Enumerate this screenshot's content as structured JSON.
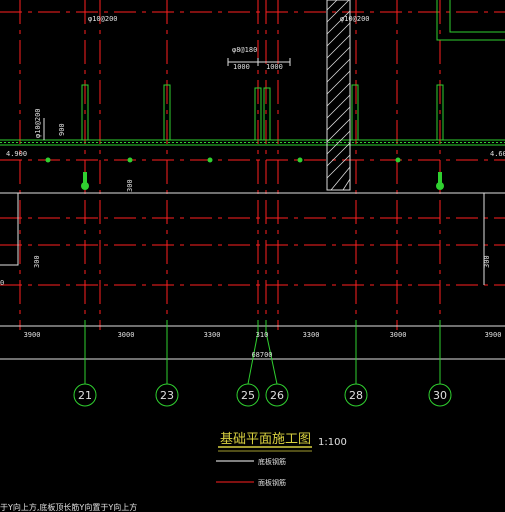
{
  "drawing": {
    "title": "基础平面施工图",
    "scale": "1:100",
    "legend": [
      {
        "label": "底板钢筋",
        "color": "#ffffff"
      },
      {
        "label": "面板钢筋",
        "color": "#ff2020"
      }
    ],
    "bottom_note": "于Y向上方,底板顶长筋Y向置于Y向上方",
    "total_dimension": "68700",
    "spacings": [
      "3900",
      "3000",
      "3300",
      "310",
      "3300",
      "3000",
      "3900"
    ],
    "grid_axes": [
      "21",
      "23",
      "25",
      "26",
      "28",
      "30"
    ],
    "rebar_labels": {
      "top_left": "φ10@200",
      "top_right": "φ10@200",
      "middle": "φ8@180",
      "left_vertical": "φ10@200",
      "dim_1000_a": "1000",
      "dim_1000_b": "1000",
      "dim_900": "900",
      "dim_300_a": "300",
      "dim_300_b": "300",
      "dim_300_c": "300",
      "elev_left": "4.900",
      "elev_right": "4.60",
      "left_edge_num": "0"
    }
  },
  "colors": {
    "background": "#000000",
    "grid_red": "#ff2020",
    "rebar_green": "#30d030",
    "dim_white": "#e0e0e0",
    "axis_circle": "#30d030",
    "title_yellow": "#d8d040"
  }
}
